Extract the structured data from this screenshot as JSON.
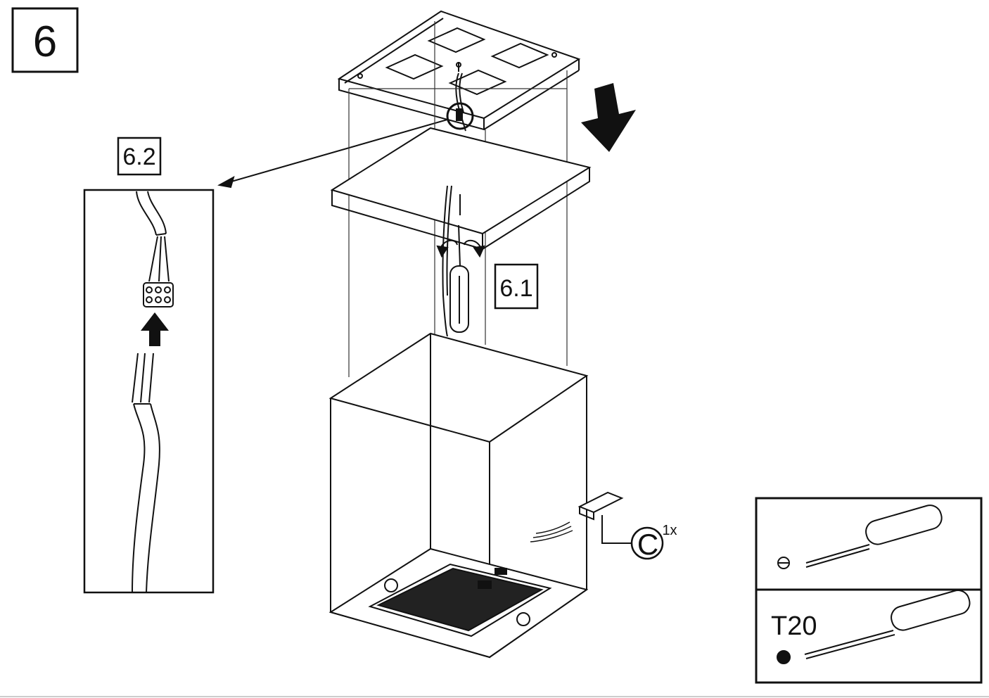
{
  "step": {
    "number": "6"
  },
  "callouts": {
    "detail_wiring": "6.2",
    "detail_screw": "6.1"
  },
  "symbol": {
    "letter": "C",
    "quantity": "1x"
  },
  "tools": {
    "flat_label": "",
    "torx_label": "T20"
  },
  "colors": {
    "ink": "#111111",
    "paper": "#ffffff"
  }
}
